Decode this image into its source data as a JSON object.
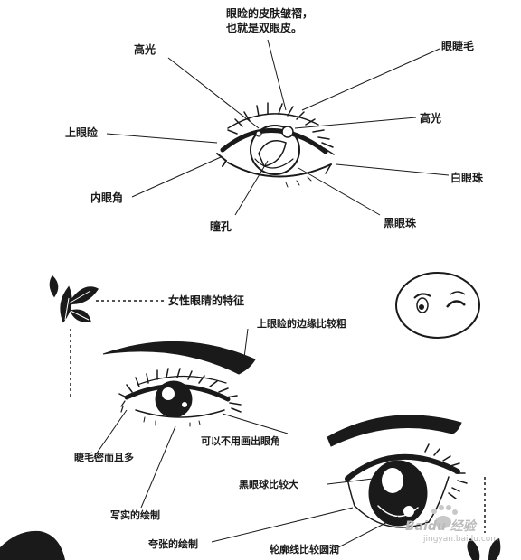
{
  "top_diagram": {
    "caption_line1": "眼睑的皮肤皱褶，",
    "caption_line2": "也就是双眼皮。",
    "labels": {
      "highlight_left": "高光",
      "eyelash": "眼睫毛",
      "upper_eyelid": "上眼睑",
      "highlight_right": "高光",
      "inner_corner": "内眼角",
      "white_of_eye": "白眼珠",
      "pupil": "瞳孔",
      "iris": "黑眼珠"
    }
  },
  "female_section": {
    "title": "女性眼睛的特征",
    "labels": {
      "thick_lid_edge": "上眼睑的边缘比较粗",
      "no_inner_corner": "可以不用画出眼角",
      "dense_lashes": "睫毛密而且多",
      "realistic": "写实的绘制",
      "large_iris": "黑眼球比较大",
      "exaggerated": "夸张的绘制",
      "round_outline": "轮廓线比较圆润"
    }
  },
  "watermark": {
    "brand": "Baidu 经验",
    "url": "jingyan.baidu.com"
  },
  "colors": {
    "ink": "#1a1a1a",
    "paper": "#ffffff",
    "watermark": "#bbbbbb"
  }
}
